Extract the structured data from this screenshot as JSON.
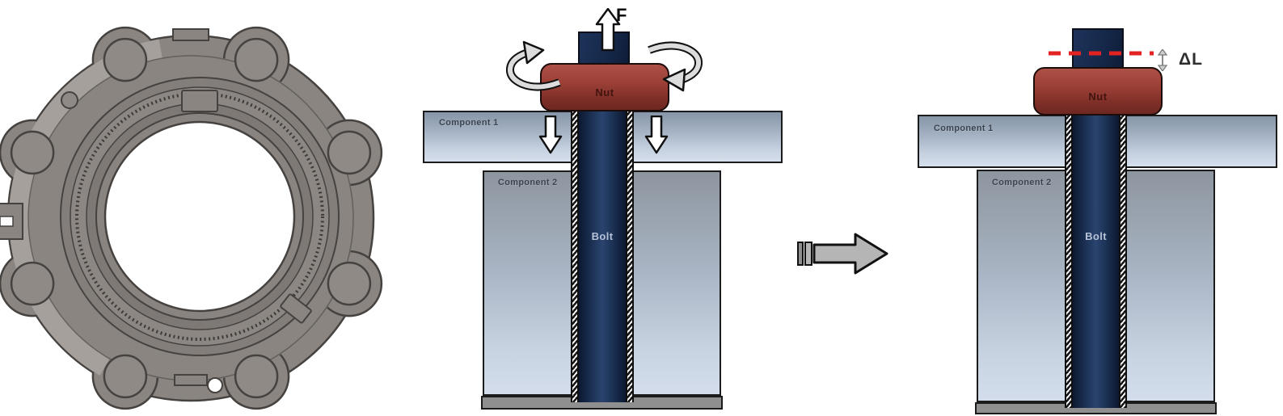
{
  "colors": {
    "nut_red_top": "#ad5046",
    "nut_red_bottom": "#6e2721",
    "bolt_navy_dark": "#0c1830",
    "bolt_navy_light": "#2a446f",
    "plate_gradient_top": "#8695a7",
    "plate_gradient_bottom": "#d6dfec",
    "base_gray": "#8f8f8f",
    "thread_dark": "#141414",
    "dashed_line_red": "#e32222",
    "white_arrow": "#ffffff",
    "rotation_arrow_gray": "#dcdcdc",
    "block_arrow_gray": "#b5b5b5",
    "cad_body_gray": "#8a8580",
    "cad_outline": "#454240"
  },
  "icons": {
    "left_illustration": "flange-cad-top-view",
    "force_arrow": "up-block-arrow",
    "rotation_arrow": "curved-rotation-arrow",
    "clamp_arrow": "down-block-arrow",
    "transition_arrow": "right-block-arrow",
    "elongation_arrow": "double-headed-vertical-arrow",
    "reference_line": "red-dashed-line"
  },
  "before_diagram": {
    "force_label": "F",
    "nut_label": "Nut",
    "component1_label": "Component 1",
    "component2_label": "Component 2",
    "bolt_label": "Bolt"
  },
  "after_diagram": {
    "nut_label": "Nut",
    "component1_label": "Component 1",
    "component2_label": "Component 2",
    "bolt_label": "Bolt",
    "elongation_label": "ΔL"
  }
}
